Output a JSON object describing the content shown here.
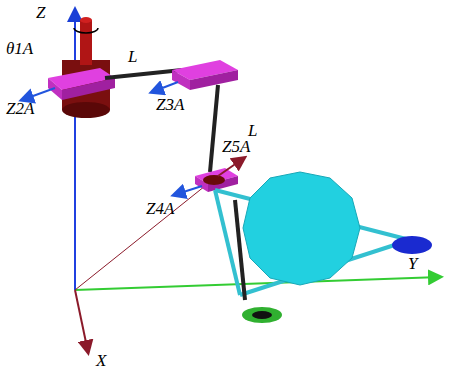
{
  "diagram": {
    "labels": [
      "Z",
      "θ1A",
      "L",
      "Z2A",
      "Z3A",
      "L",
      "Z5A",
      "Z4A",
      "Y",
      "X"
    ]
  }
}
